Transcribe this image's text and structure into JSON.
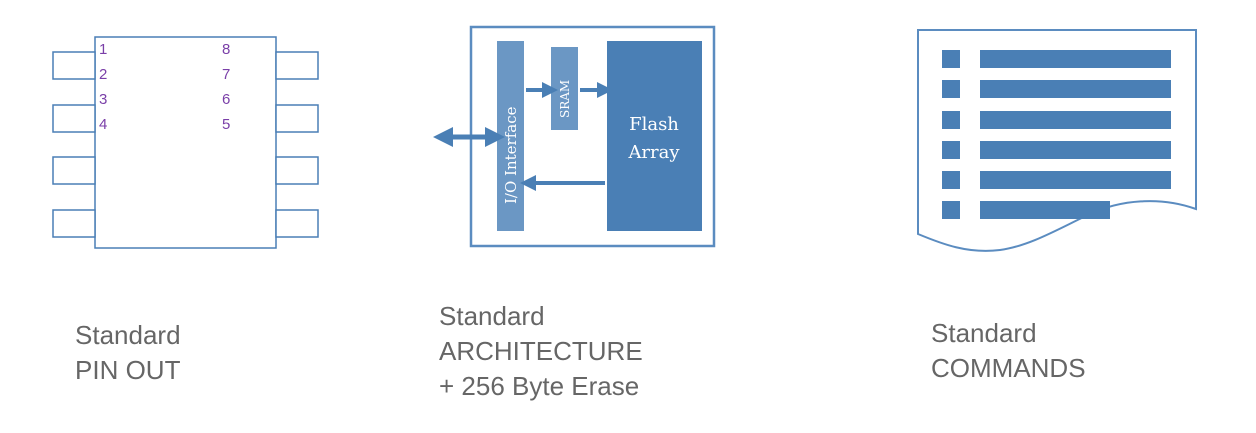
{
  "pinout": {
    "pins_left": [
      "1",
      "2",
      "3",
      "4"
    ],
    "pins_right": [
      "8",
      "7",
      "6",
      "5"
    ],
    "caption": [
      "Standard",
      "PIN OUT"
    ]
  },
  "architecture": {
    "io_label": "I/O Interface",
    "sram_label": "SRAM",
    "flash_label": [
      "Flash",
      "Array"
    ],
    "caption": [
      "Standard",
      "ARCHITECTURE",
      "+ 256 Byte Erase"
    ]
  },
  "commands": {
    "caption": [
      "Standard",
      "COMMANDS"
    ]
  },
  "colors": {
    "blue": "#4a7fb5",
    "blue_light": "#6b97c4",
    "outline": "#5b8cc0",
    "pin_text": "#7a3fa8",
    "caption": "#666666"
  }
}
